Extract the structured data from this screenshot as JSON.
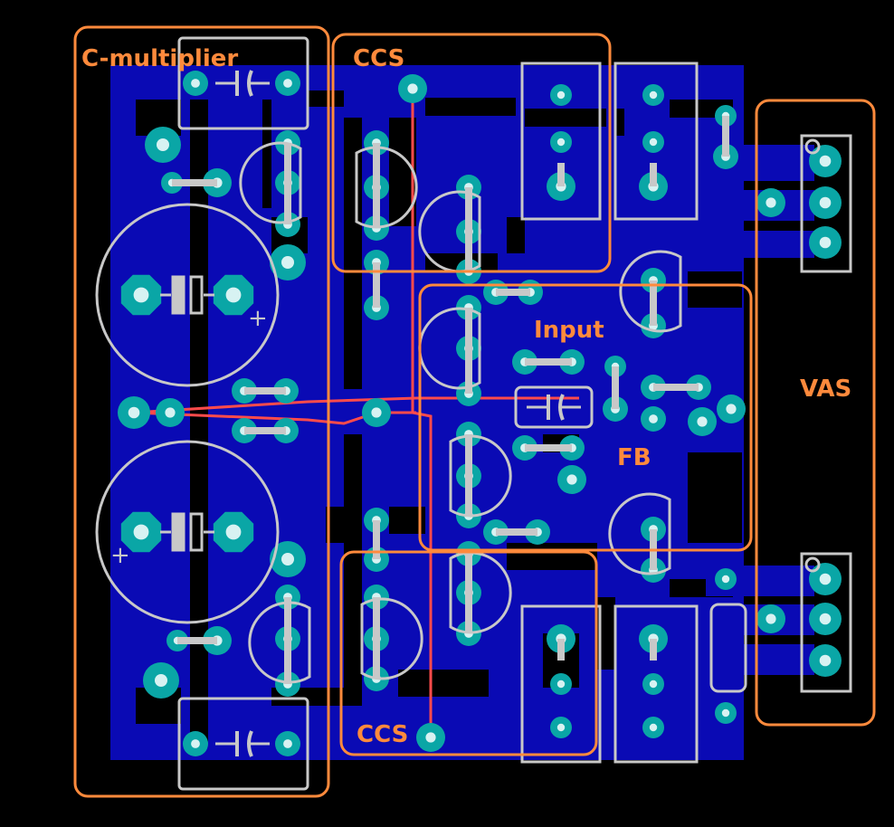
{
  "colors": {
    "background": "#000000",
    "copper": "#0a0ab4",
    "pad": "#0aa6a6",
    "pad_hole": "#d7f2f2",
    "silkscreen": "#c8c8c8",
    "jumper": "#ff4b4b",
    "region_outline": "#ff8a3c",
    "label": "#ff8a3c"
  },
  "regions": [
    {
      "id": "c-multiplier",
      "label": "C-multiplier"
    },
    {
      "id": "ccs-top",
      "label": "CCS"
    },
    {
      "id": "input",
      "label": "Input"
    },
    {
      "id": "fb",
      "label": "FB"
    },
    {
      "id": "vas",
      "label": "VAS"
    },
    {
      "id": "ccs-bottom",
      "label": "CCS"
    }
  ],
  "markings": {
    "polarity_plus": "+"
  }
}
